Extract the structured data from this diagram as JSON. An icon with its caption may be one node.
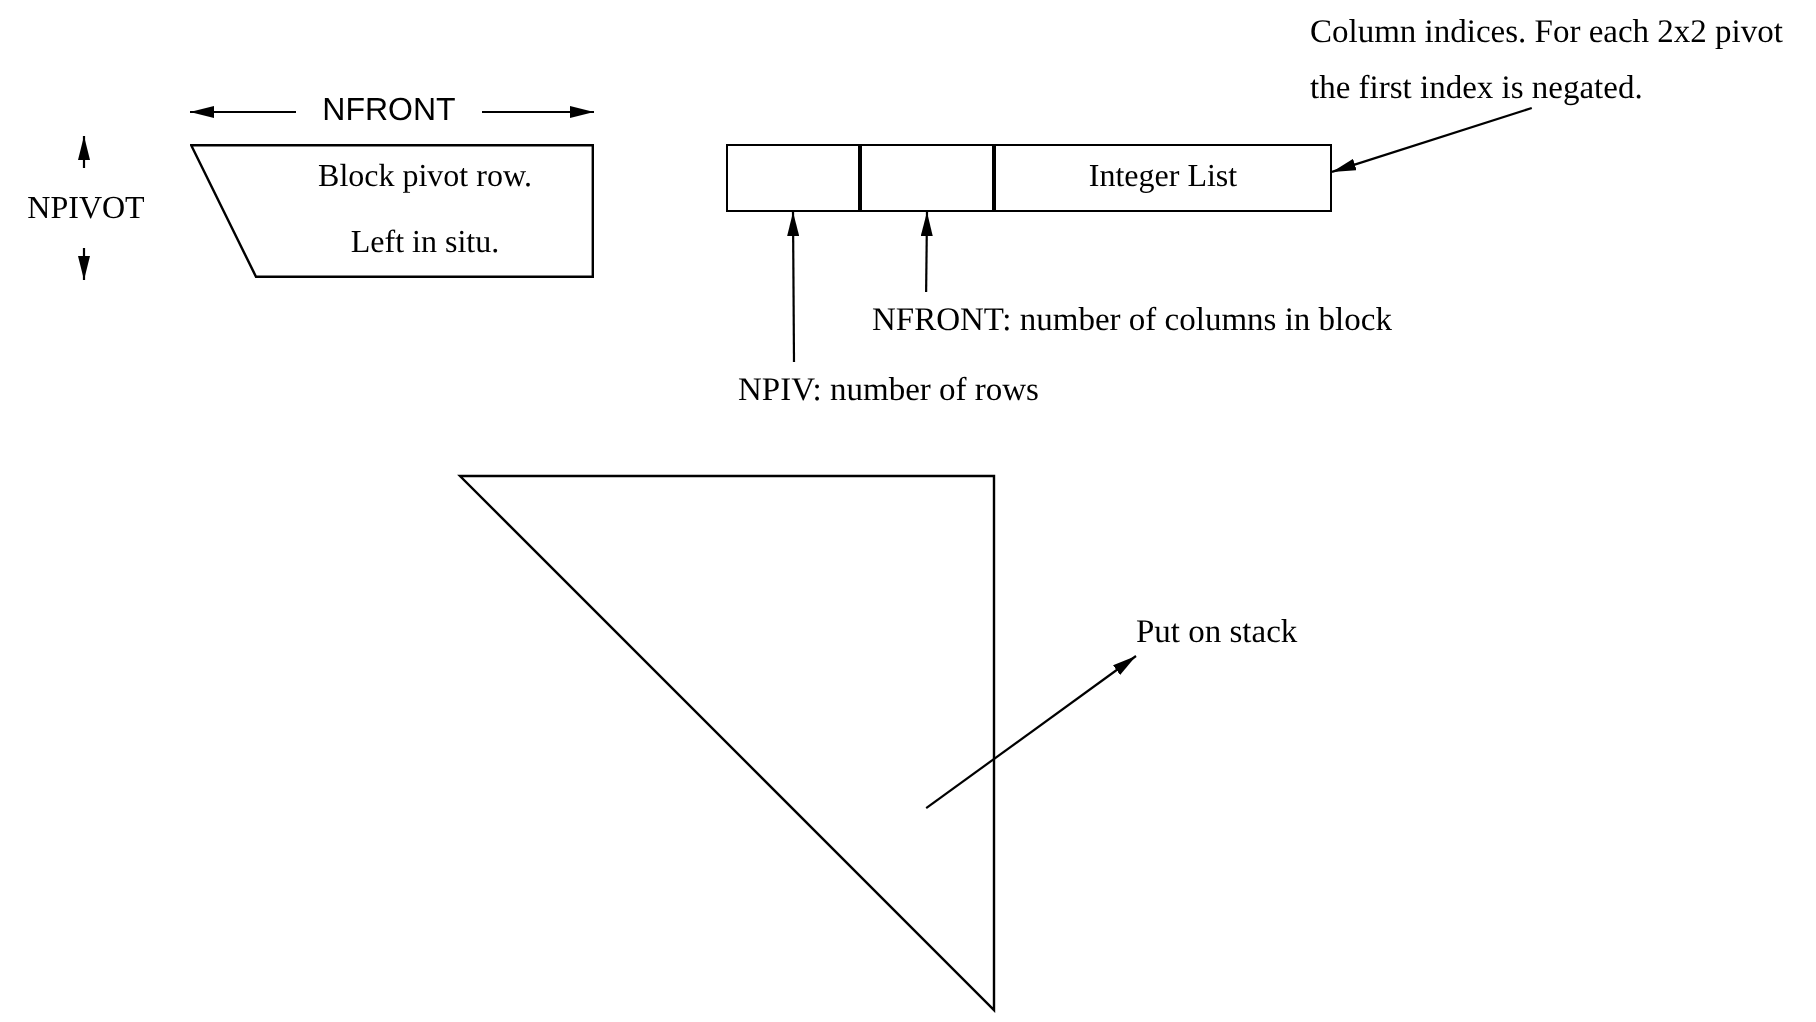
{
  "diagram": {
    "nodes": [
      {
        "text": [
          "Block pivot row.",
          "Left in situ."
        ]
      },
      {
        "text": [],
        "shape": "box"
      },
      {
        "text": [],
        "shape": "box"
      },
      {
        "text": [
          "Integer List"
        ]
      },
      {
        "text": [
          "Column indices. For each 2x2 pivot the first index is negated."
        ]
      },
      {
        "text": [
          "NFRONT: number of columns in block"
        ]
      },
      {
        "text": [
          "NPIV: number of rows"
        ]
      },
      {
        "text": [],
        "shape": "triangle"
      },
      {
        "text": [
          "Put on stack"
        ]
      }
    ],
    "edges": [
      {
        "from": 4,
        "to": 3,
        "arrow": "to"
      },
      {
        "from": 5,
        "to": 2,
        "arrow": "to"
      },
      {
        "from": 6,
        "to": 1,
        "arrow": "to"
      },
      {
        "from": 7,
        "to": 8,
        "arrow": "to"
      }
    ],
    "labels": [
      "NFRONT",
      "NPIVOT"
    ]
  }
}
